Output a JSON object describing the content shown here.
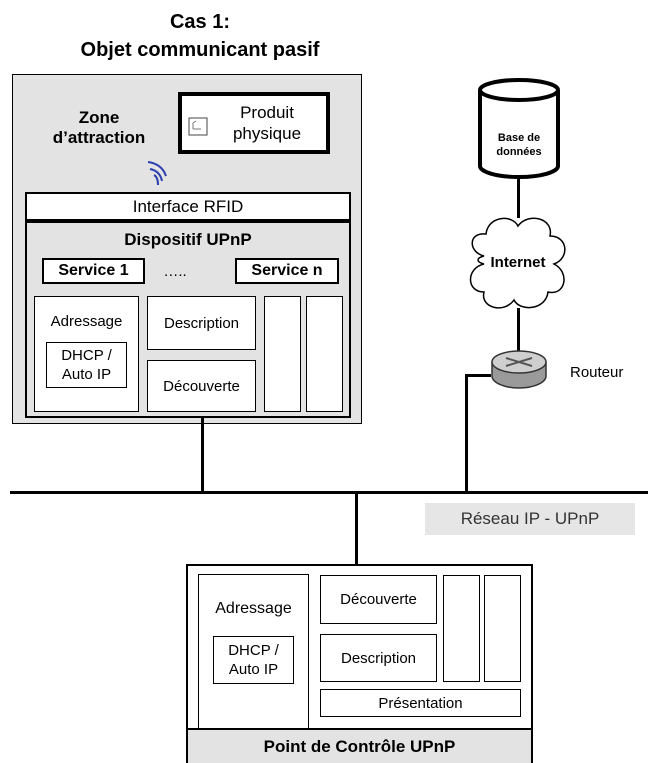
{
  "title": {
    "line1": "Cas 1:",
    "line2": "Objet communicant pasif"
  },
  "device": {
    "zone_label_1": "Zone",
    "zone_label_2": "d’attraction",
    "product_label_1": "Produit",
    "product_label_2": "physique",
    "rfid_interface": "Interface RFID",
    "upnp_title": "Dispositif UPnP",
    "service_1": "Service 1",
    "service_dots": "…..",
    "service_n": "Service n",
    "addressing": "Adressage",
    "dhcp_1": "DHCP /",
    "dhcp_2": "Auto IP",
    "description": "Description",
    "discovery": "Découverte"
  },
  "network": {
    "database_1": "Base de",
    "database_2": "données",
    "internet": "Internet",
    "router": "Routeur",
    "ip_network": "Réseau IP - UPnP"
  },
  "control_point": {
    "addressing": "Adressage",
    "dhcp_1": "DHCP /",
    "dhcp_2": "Auto IP",
    "discovery": "Découverte",
    "description": "Description",
    "presentation": "Présentation",
    "title": "Point de Contrôle  UPnP"
  },
  "colors": {
    "panel_grey": "#e3e3e3",
    "signal_blue": "#2b3fae",
    "ip_label_bg": "#e6e6e6"
  }
}
